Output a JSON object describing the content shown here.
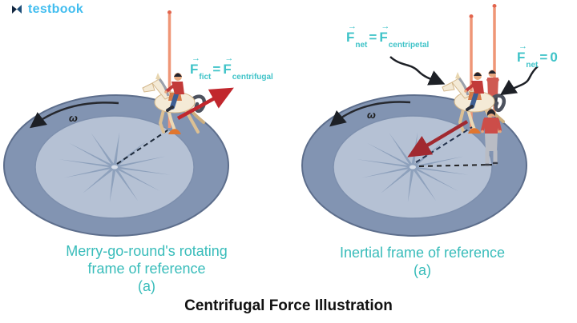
{
  "brand": {
    "name": "testbook",
    "logo_text_color": "#41bdef",
    "logo_icon_color": "#12263f"
  },
  "notation": {
    "vec_arrow": "→",
    "omega": "ω"
  },
  "force_labels": {
    "fict": {
      "lhs": "F",
      "lhs_sub": "fict",
      "eq": "=",
      "rhs": "F",
      "rhs_sub": "centrifugal"
    },
    "net_centripetal": {
      "lhs": "F",
      "lhs_sub": "net",
      "eq": "=",
      "rhs": "F",
      "rhs_sub": "centripetal"
    },
    "net_zero": {
      "lhs": "F",
      "lhs_sub": "net",
      "eq": "=",
      "rhs": "0"
    }
  },
  "captions": {
    "left": {
      "line1": "Merry-go-round's rotating",
      "line2": "frame of reference",
      "line3": "(a)"
    },
    "right": {
      "line1": "Inertial frame of reference",
      "line2": "(a)"
    }
  },
  "title": "Centrifugal Force Illustration",
  "colors": {
    "label_teal": "#3fc3c8",
    "caption_teal": "#38bcba",
    "disc_outer": "#8294b2",
    "disc_inner": "#b5c1d4",
    "starburst": "#8ea1bc",
    "arrow_red_left": "#c1272d",
    "arrow_red_right": "#a12930",
    "pole_orange": "#ef9677",
    "title_black": "#111111"
  }
}
